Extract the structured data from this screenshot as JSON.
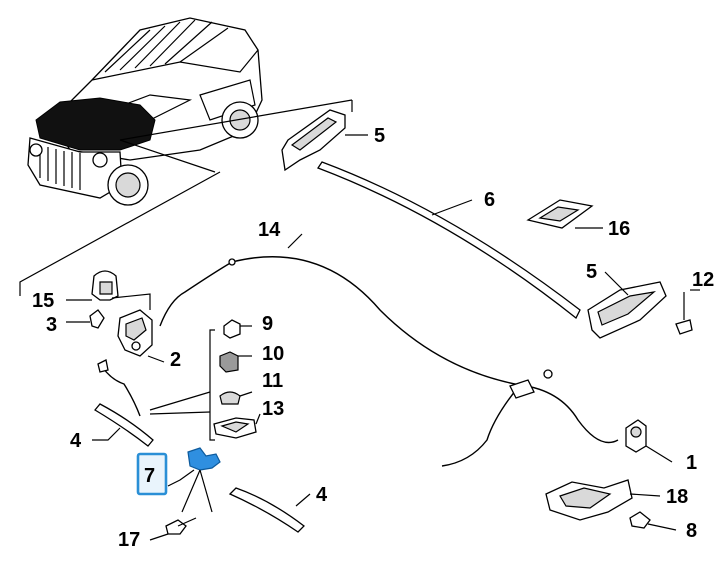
{
  "diagram": {
    "highlighted_callout": "7",
    "callouts": {
      "c1": "1",
      "c2": "2",
      "c3": "3",
      "c4a": "4",
      "c4b": "4",
      "c5a": "5",
      "c5b": "5",
      "c6": "6",
      "c7": "7",
      "c8": "8",
      "c9": "9",
      "c10": "10",
      "c11": "11",
      "c12": "12",
      "c13": "13",
      "c14": "14",
      "c15": "15",
      "c16": "16",
      "c17": "17",
      "c18": "18"
    },
    "colors": {
      "highlight_box": "#2a8fd6",
      "highlight_part": "#2f8fe0",
      "hood_area": "#111111"
    }
  }
}
